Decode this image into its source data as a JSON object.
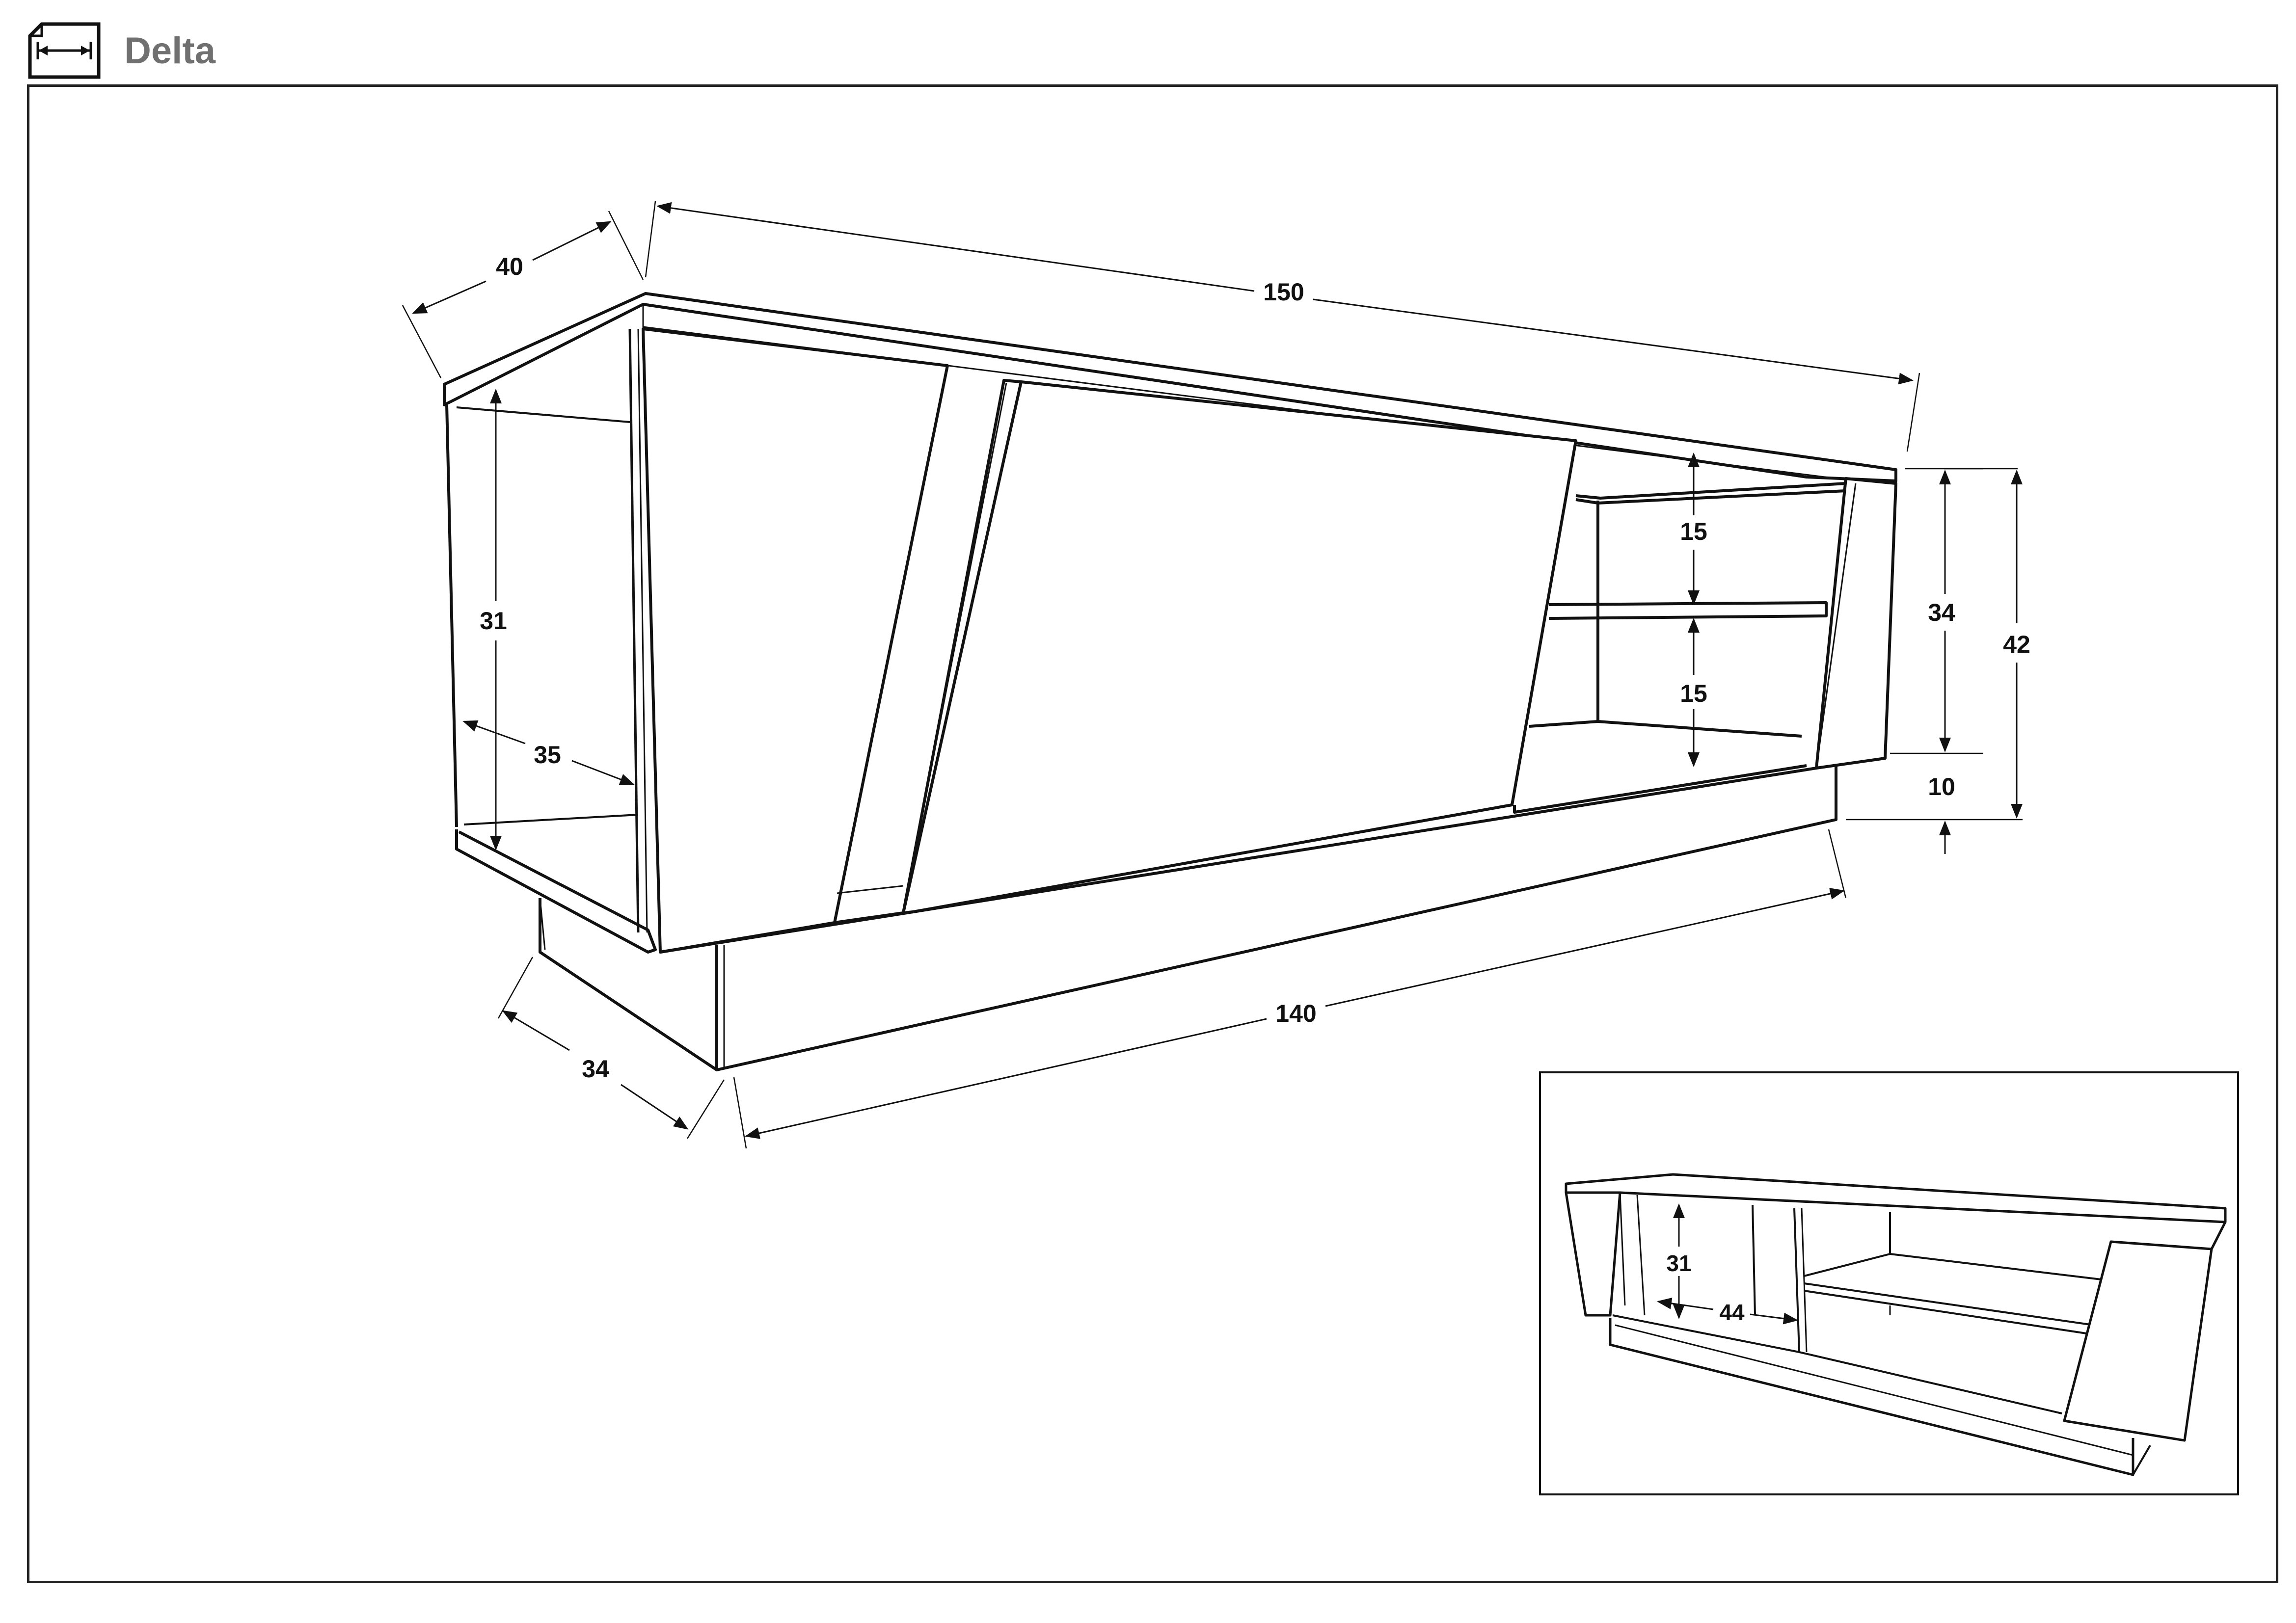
{
  "header": {
    "title": "Delta",
    "icon": "dimensions-icon"
  },
  "main_view": {
    "dimensions": {
      "top_width": "150",
      "top_depth": "40",
      "base_width": "140",
      "base_depth": "34",
      "interior_height": "31",
      "interior_depth": "35",
      "shelf_upper": "15",
      "shelf_lower": "15",
      "body_height": "34",
      "total_height": "42",
      "plinth_height": "10"
    }
  },
  "inset_view": {
    "dimensions": {
      "interior_height": "31",
      "interior_width": "44"
    }
  },
  "colors": {
    "line": "#111111",
    "title": "#707070",
    "background": "#ffffff"
  }
}
